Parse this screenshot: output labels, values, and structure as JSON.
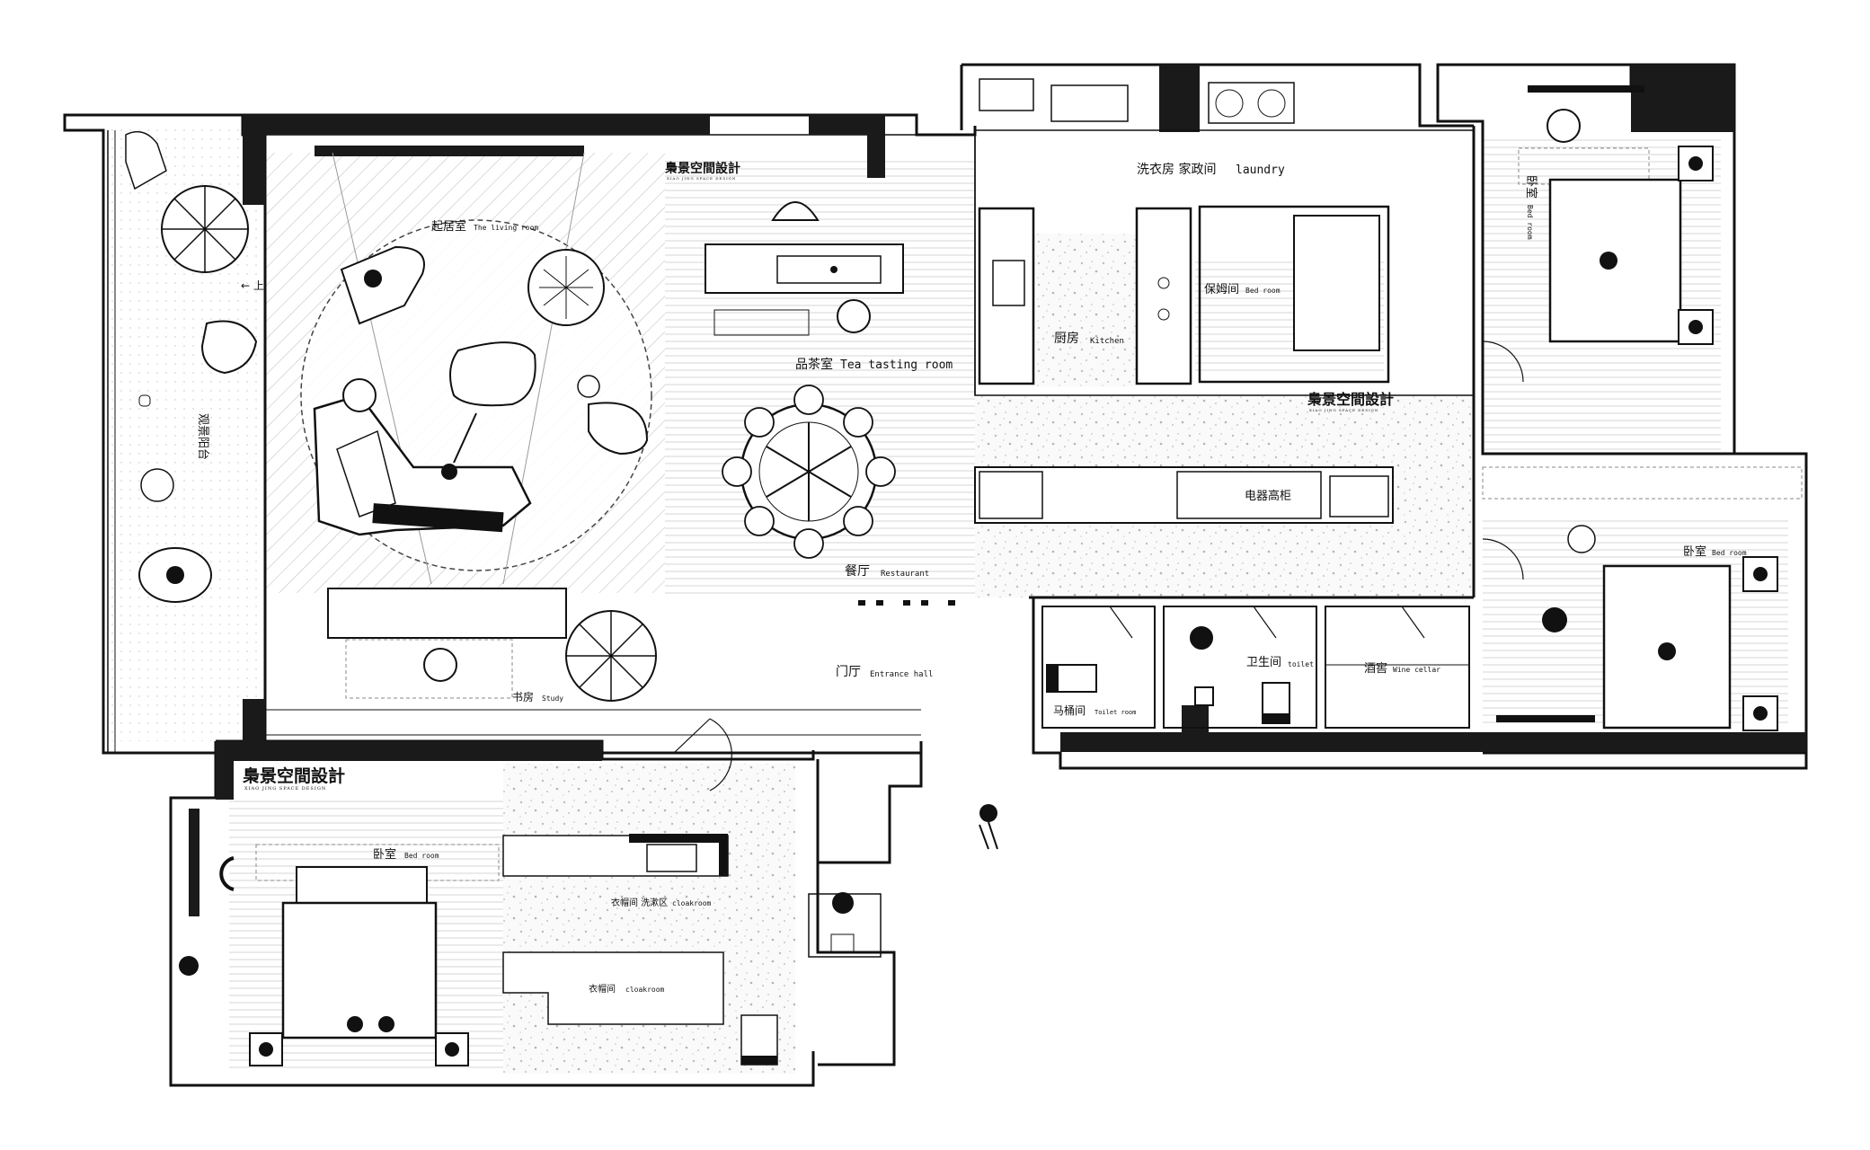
{
  "brand": {
    "name": "梟景空間設計",
    "subtitle": "XIAO JING SPACE DESIGN"
  },
  "rooms": {
    "living": {
      "zh": "起居室",
      "en": "The living room"
    },
    "tea": {
      "zh": "品茶室",
      "en": "Tea tasting room"
    },
    "restaurant": {
      "zh": "餐厅",
      "en": "Restaurant"
    },
    "entrance": {
      "zh": "门厅",
      "en": "Entrance hall"
    },
    "study": {
      "zh": "书房",
      "en": "Study"
    },
    "balcony": {
      "zh": "观景阳台"
    },
    "laundry": {
      "zh": "洗衣房 家政间",
      "en": "laundry"
    },
    "kitchen": {
      "zh": "厨房",
      "en": "Kitchen"
    },
    "nanny": {
      "zh": "保姆间",
      "en": "Bed room"
    },
    "appliance": {
      "zh": "电器高柜"
    },
    "bedroom_ne": {
      "zh": "卧室",
      "en": "Bed room"
    },
    "bedroom_e": {
      "zh": "卧室",
      "en": "Bed room"
    },
    "toilet_room": {
      "zh": "马桶间",
      "en": "Toilet room"
    },
    "toilet": {
      "zh": "卫生间",
      "en": "toilet"
    },
    "wine": {
      "zh": "酒窖",
      "en": "Wine cellar"
    },
    "bedroom_sw": {
      "zh": "卧室",
      "en": "Bed room"
    },
    "cloak_wash": {
      "zh": "衣帽间 洗漱区",
      "en": "cloakroom"
    },
    "cloak": {
      "zh": "衣帽间",
      "en": "cloakroom"
    }
  },
  "annotations": {
    "stairs_up": "← 上"
  }
}
